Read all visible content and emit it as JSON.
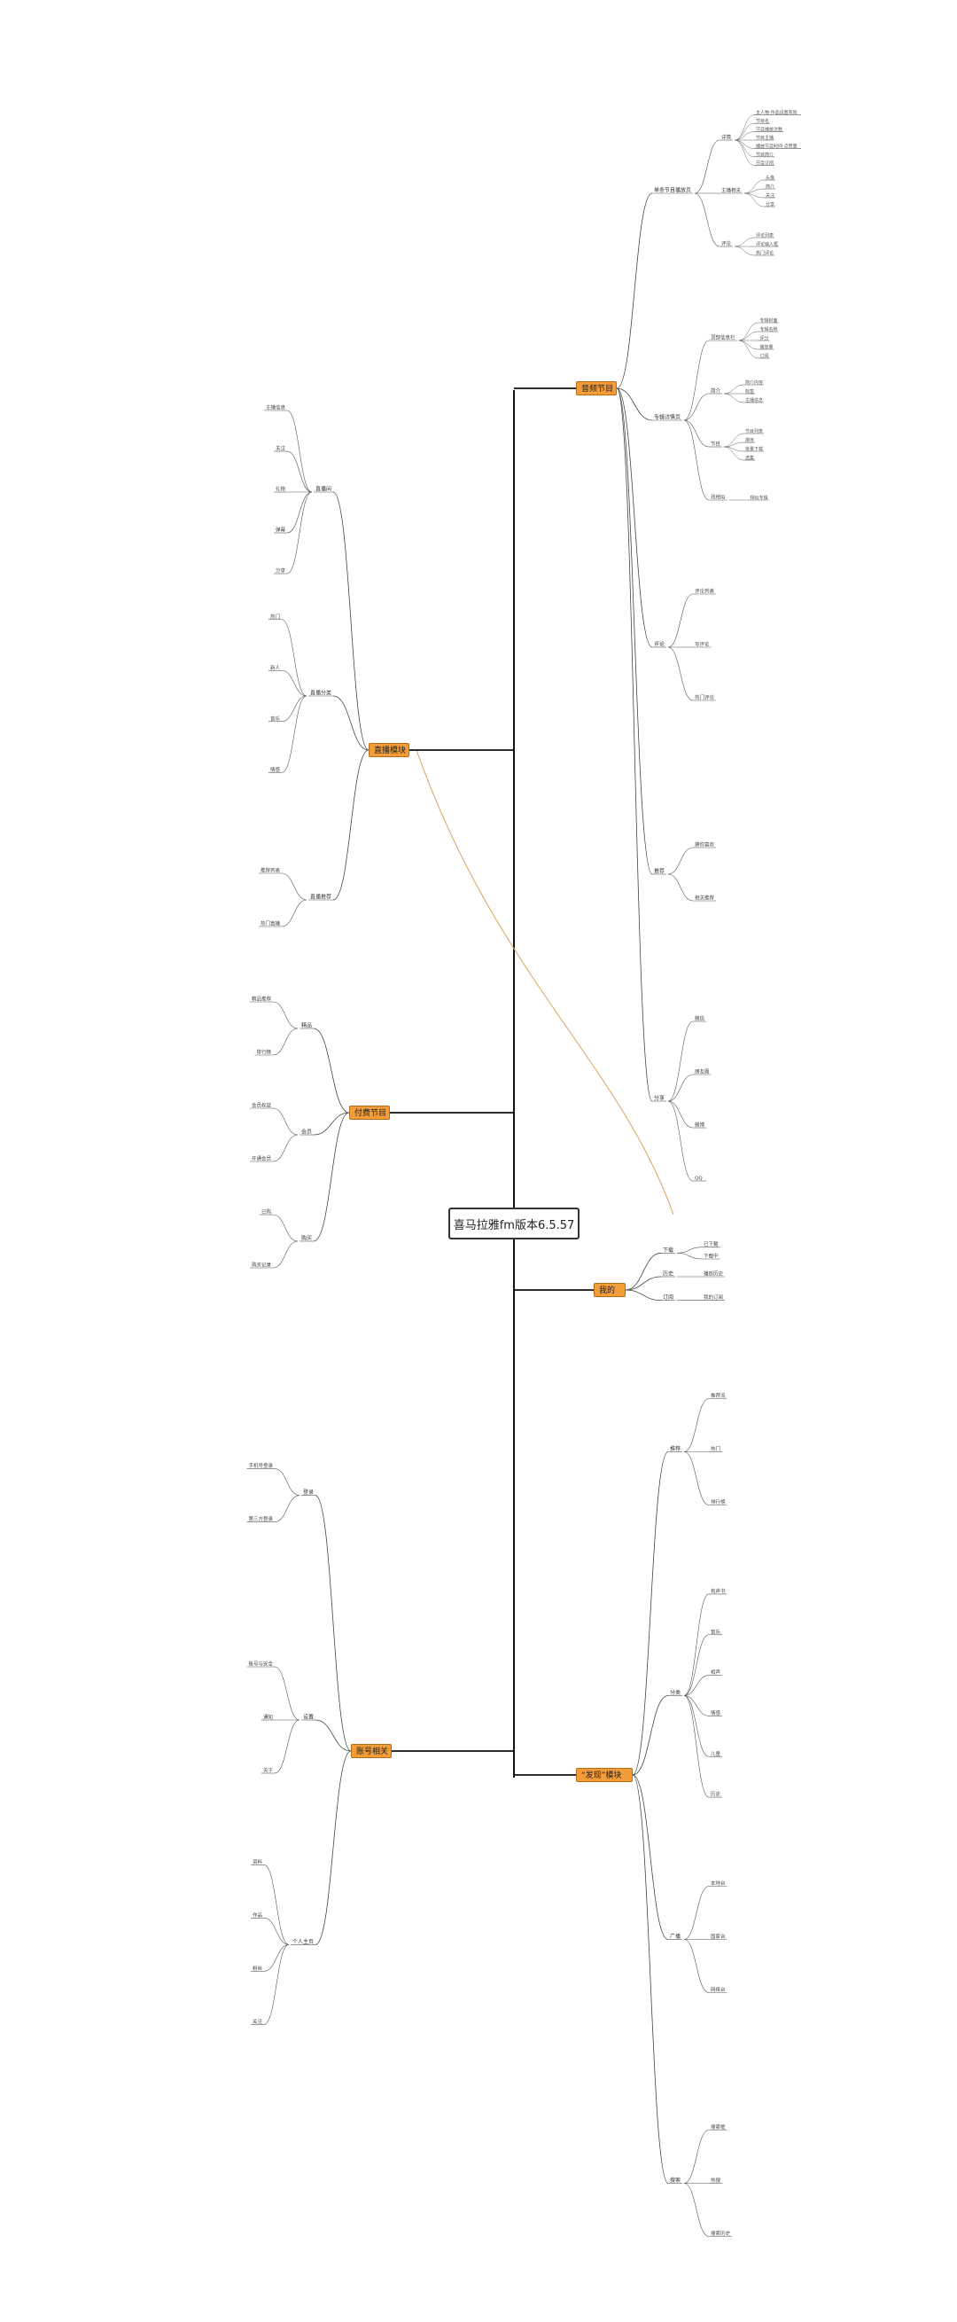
{
  "root": {
    "label": "喜马拉雅fm版本6.5.57"
  },
  "branches": [
    {
      "id": "b1",
      "label": "音频节目",
      "children": [
        {
          "label": "单条节目播放页",
          "children": [
            {
              "label": "详情",
              "children": [
                "主人物·作品设置有效",
                "节目名",
                "节目播放次数",
                "节目主播",
                "播放节目时间·点赞量",
                "节目简介",
                "节目订阅"
              ]
            },
            {
              "label": "主播相关",
              "children": [
                "头像",
                "简介",
                "关注",
                "分享"
              ]
            },
            {
              "label": "评论",
              "children": [
                "评论列表",
                "评论输入框",
                "热门评论"
              ]
            }
          ]
        },
        {
          "label": "专辑详情页",
          "children": [
            {
              "label": "顶部信息栏",
              "children": [
                "专辑封面",
                "专辑名称",
                "评分",
                "播放量",
                "订阅"
              ]
            },
            {
              "label": "简介",
              "children": [
                "简介内容",
                "标签",
                "主播信息"
              ]
            },
            {
              "label": "节目",
              "children": [
                "节目列表",
                "排序",
                "批量下载",
                "选集"
              ]
            },
            {
              "label": "找相似",
              "children": [
                "相似专辑"
              ]
            }
          ]
        },
        {
          "label": "评论",
          "children": [
            "评论列表",
            "写评论",
            "热门评论"
          ]
        },
        {
          "label": "推荐",
          "children": [
            "猜你喜欢",
            "相关推荐"
          ]
        },
        {
          "label": "分享",
          "children": [
            "微信",
            "朋友圈",
            "微博",
            "QQ"
          ]
        }
      ]
    },
    {
      "id": "b2",
      "label": "直播模块",
      "children": [
        {
          "label": "直播间",
          "children": [
            "主播信息",
            "关注",
            "礼物",
            "弹幕",
            "分享"
          ]
        },
        {
          "label": "直播分类",
          "children": [
            "热门",
            "新人",
            "音乐",
            "情感"
          ]
        },
        {
          "label": "直播推荐",
          "children": [
            "推荐列表",
            "热门直播"
          ]
        }
      ]
    },
    {
      "id": "b3",
      "label": "付费节目",
      "children": [
        {
          "label": "精品",
          "children": [
            "精品推荐",
            "排行榜"
          ]
        },
        {
          "label": "会员",
          "children": [
            "会员权益",
            "开通会员"
          ]
        },
        {
          "label": "购买",
          "children": [
            "已购",
            "购买记录"
          ]
        }
      ]
    },
    {
      "id": "b4",
      "label": "我的",
      "children": [
        {
          "label": "下载",
          "children": [
            "已下载",
            "下载中"
          ]
        },
        {
          "label": "历史",
          "children": [
            "播放历史"
          ]
        },
        {
          "label": "订阅",
          "children": [
            "我的订阅"
          ]
        }
      ]
    },
    {
      "id": "b5",
      "label": "账号相关",
      "children": [
        {
          "label": "登录",
          "children": [
            "手机号登录",
            "第三方登录"
          ]
        },
        {
          "label": "设置",
          "children": [
            "账号与安全",
            "通知",
            "关于"
          ]
        },
        {
          "label": "个人主页",
          "children": [
            "资料",
            "作品",
            "粉丝",
            "关注"
          ]
        }
      ]
    },
    {
      "id": "b6",
      "label": "“发现”模块",
      "children": [
        {
          "label": "推荐",
          "children": [
            "推荐流",
            "热门",
            "排行榜"
          ]
        },
        {
          "label": "分类",
          "children": [
            "有声书",
            "音乐",
            "相声",
            "情感",
            "儿童",
            "历史"
          ]
        },
        {
          "label": "广播",
          "children": [
            "本地台",
            "国家台",
            "网络台"
          ]
        },
        {
          "label": "搜索",
          "children": [
            "搜索框",
            "热搜",
            "搜索历史"
          ]
        }
      ]
    }
  ]
}
